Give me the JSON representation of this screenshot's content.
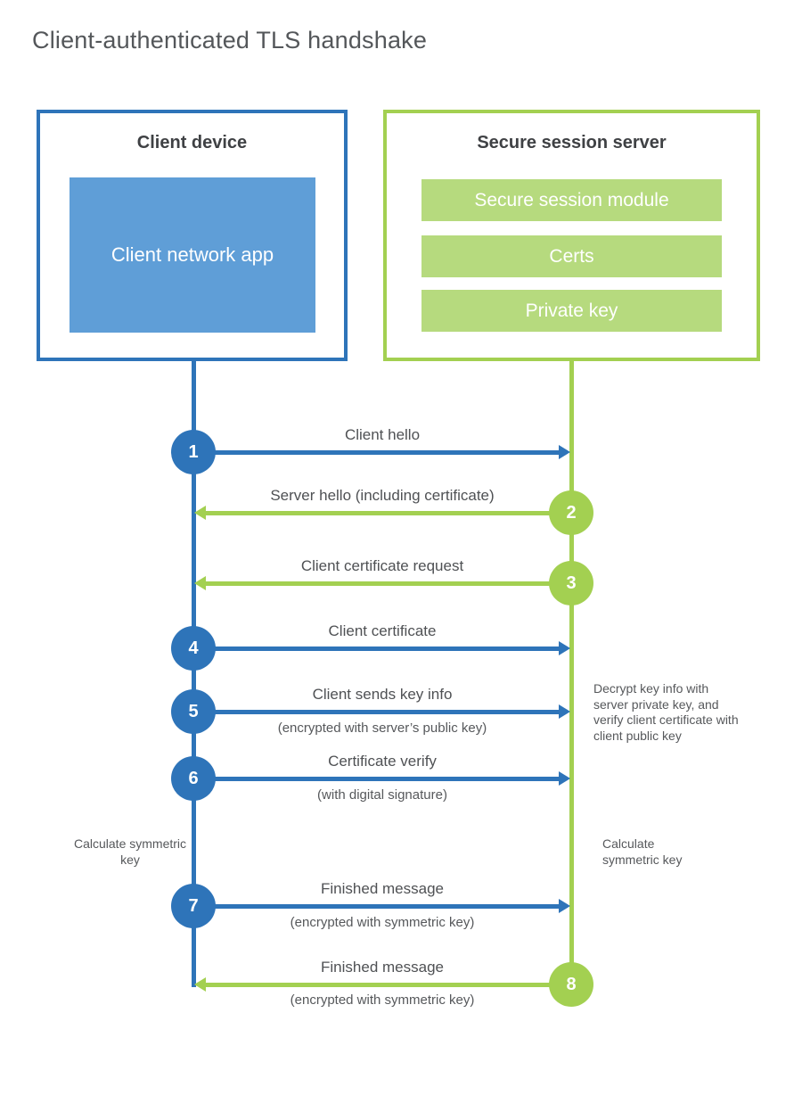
{
  "title": "Client-authenticated TLS handshake",
  "colors": {
    "blue": "#2e74b9",
    "blue_fill": "#5f9ed7",
    "green": "#a3d051",
    "green_fill": "#b6da7e",
    "heading_text": "#3f4144",
    "label_text": "#4f5154",
    "sub_text": "#56585b",
    "title_text": "#54575a"
  },
  "client": {
    "title": "Client device",
    "app_label": "Client network app"
  },
  "server": {
    "title": "Secure session server",
    "modules": [
      "Secure session module",
      "Certs",
      "Private key"
    ]
  },
  "steps": [
    {
      "num": "1",
      "label": "Client hello",
      "direction": "client-to-server"
    },
    {
      "num": "2",
      "label": "Server hello (including certificate)",
      "direction": "server-to-client"
    },
    {
      "num": "3",
      "label": "Client certificate request",
      "direction": "server-to-client"
    },
    {
      "num": "4",
      "label": "Client certificate",
      "direction": "client-to-server"
    },
    {
      "num": "5",
      "label": "Client sends key info",
      "sublabel": "(encrypted with server’s public key)",
      "direction": "client-to-server"
    },
    {
      "num": "6",
      "label": "Certificate verify",
      "sublabel": "(with digital signature)",
      "direction": "client-to-server"
    },
    {
      "num": "7",
      "label": "Finished message",
      "sublabel": "(encrypted with symmetric key)",
      "direction": "client-to-server"
    },
    {
      "num": "8",
      "label": "Finished message",
      "sublabel": "(encrypted with symmetric key)",
      "direction": "server-to-client"
    }
  ],
  "notes": {
    "decrypt": "Decrypt key info with server private key, and verify client certificate with client public key",
    "calc_left": "Calculate symmetric key",
    "calc_right": "Calculate symmetric key"
  }
}
